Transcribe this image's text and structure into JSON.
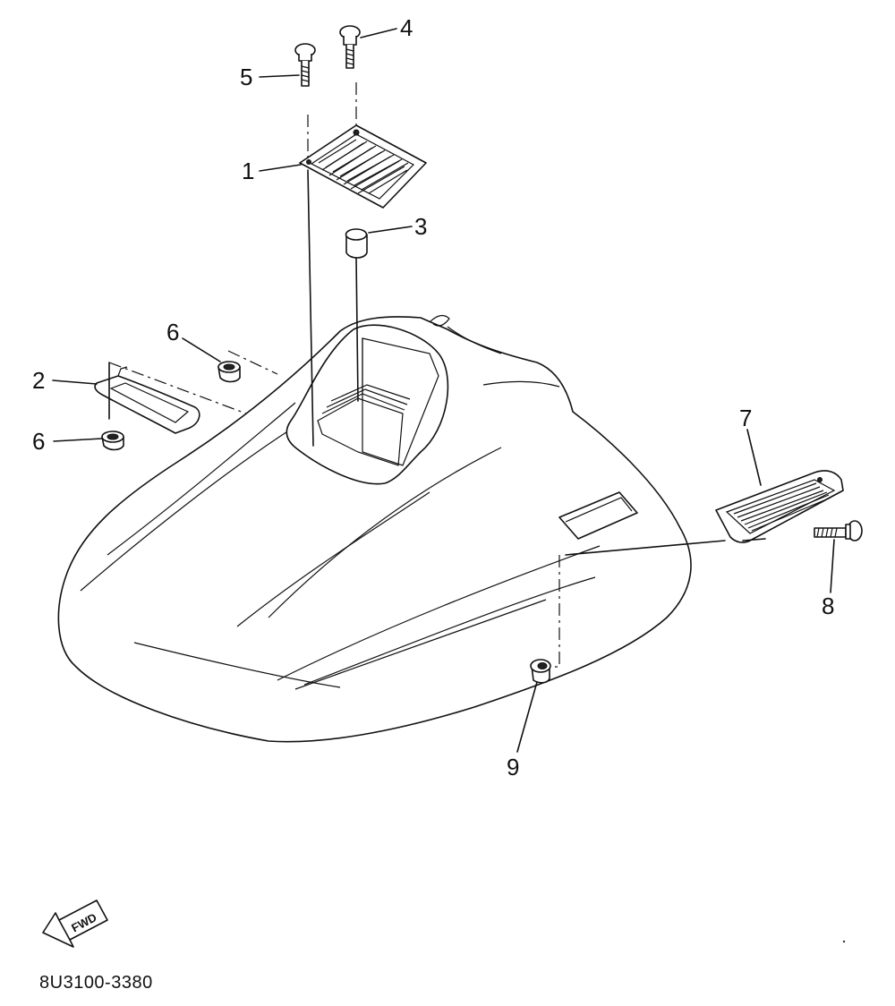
{
  "diagram": {
    "callouts": [
      {
        "id": "1",
        "label": "1"
      },
      {
        "id": "2",
        "label": "2"
      },
      {
        "id": "3",
        "label": "3"
      },
      {
        "id": "4",
        "label": "4"
      },
      {
        "id": "5",
        "label": "5"
      },
      {
        "id": "6a",
        "label": "6"
      },
      {
        "id": "6b",
        "label": "6"
      },
      {
        "id": "7",
        "label": "7"
      },
      {
        "id": "8",
        "label": "8"
      },
      {
        "id": "9",
        "label": "9"
      }
    ],
    "direction_badge": "FWD",
    "drawing_code": "8U3100-3380",
    "icons": {
      "direction": "fwd-arrow-icon"
    }
  }
}
